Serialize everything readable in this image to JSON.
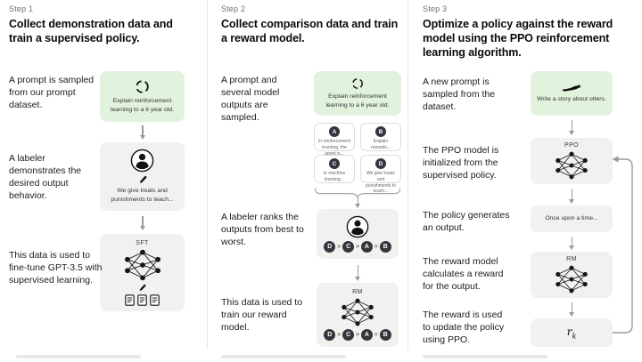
{
  "col1": {
    "step": "Step 1",
    "title": "Collect demonstration data and train a supervised policy.",
    "caption_prompt": "A prompt is sampled from our prompt dataset.",
    "prompt": "Explain reinforcement learning to a 6 year old.",
    "caption_labeler": "A labeler demonstrates the desired output behavior.",
    "demonstration": "We give treats and punishments to teach...",
    "caption_finetune": "This data is used to fine-tune GPT-3.5 with supervised learning.",
    "model": "SFT"
  },
  "col2": {
    "step": "Step 2",
    "title": "Collect comparison data and train a reward model.",
    "caption_prompt": "A prompt and several model outputs are sampled.",
    "prompt": "Explain reinforcement learning to a 6 year old.",
    "outputs": [
      {
        "letter": "A",
        "text": "In reinforcement learning, the agent is..."
      },
      {
        "letter": "B",
        "text": "Explain rewards..."
      },
      {
        "letter": "C",
        "text": "In machine learning..."
      },
      {
        "letter": "D",
        "text": "We give treats and punishments to teach..."
      }
    ],
    "caption_rank": "A labeler ranks the outputs from best to worst.",
    "ranking": {
      "r0": "D",
      "s0": ">",
      "r1": "C",
      "s1": ">",
      "r2": "A",
      "s2": "=",
      "r3": "B"
    },
    "caption_train": "This data is used to train our reward model.",
    "model": "RM"
  },
  "col3": {
    "step": "Step 3",
    "title": "Optimize a policy against the reward model using the PPO reinforcement learning algorithm.",
    "caption_prompt": "A new prompt is sampled from the dataset.",
    "prompt": "Write a story about otters.",
    "caption_init": "The PPO model is initialized from the supervised policy.",
    "ppo": "PPO",
    "caption_output": "The policy generates an output.",
    "output": "Once upon a time...",
    "caption_reward": "The reward model calculates a reward for the output.",
    "rm": "RM",
    "caption_update": "The reward is used to update the policy using PPO.",
    "reward_var": "r",
    "reward_sub": "k"
  },
  "colors": {
    "prompt_box_green": "#e1f2dd",
    "process_box_gray": "#f1f1ef",
    "node_dark": "#161616",
    "rank_circle_dark": "#33363d",
    "arrow_gray": "#9a9a9a"
  }
}
